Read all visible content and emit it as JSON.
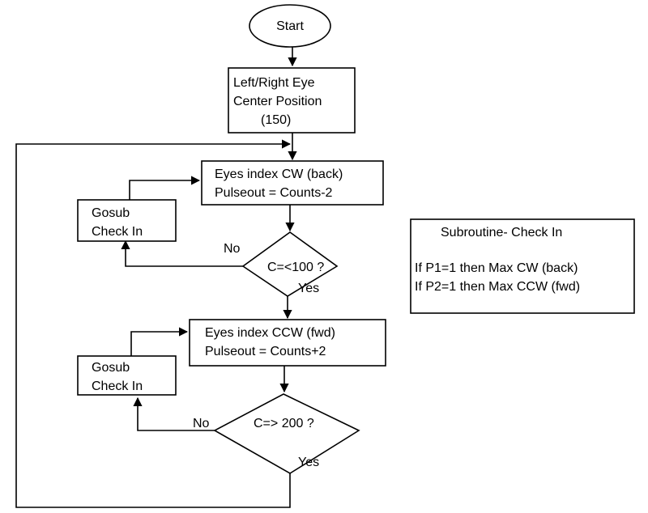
{
  "flowchart": {
    "start": "Start",
    "center_position": [
      "Left/Right Eye",
      "Center Position",
      "(150)"
    ],
    "index_cw": [
      "Eyes index CW (back)",
      "Pulseout = Counts-2"
    ],
    "gosub_1": [
      "Gosub",
      "Check In"
    ],
    "decision_1": "C=<100 ?",
    "decision_1_no": "No",
    "decision_1_yes": "Yes",
    "index_ccw": [
      "Eyes index CCW (fwd)",
      "Pulseout = Counts+2"
    ],
    "gosub_2": [
      "Gosub",
      "Check In"
    ],
    "decision_2": "C=> 200 ?",
    "decision_2_no": "No",
    "decision_2_yes": "Yes"
  },
  "subroutine": {
    "title": "Subroutine- Check In",
    "line_1": "If P1=1 then Max CW (back)",
    "line_2": "If P2=1 then Max CCW (fwd)"
  }
}
